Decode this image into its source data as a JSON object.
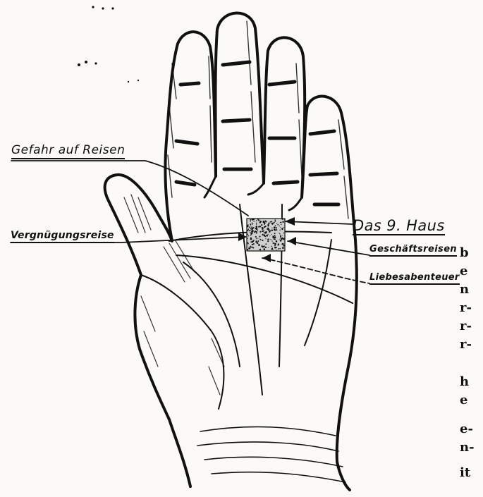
{
  "labels": {
    "gefahr": "Gefahr auf Reisen",
    "vergnuegung": "Vergnügungsreise",
    "haus": "Das 9. Haus",
    "geschaeft": "Geschäftsreisen",
    "liebe": "Liebesabenteuer"
  },
  "margin_text": [
    "b",
    "e",
    "n",
    "r-",
    "r-",
    "r-",
    "h",
    "e",
    "e-",
    "n-",
    "it"
  ],
  "colors": {
    "ink": "#111111",
    "paper": "#fbfaf6"
  }
}
